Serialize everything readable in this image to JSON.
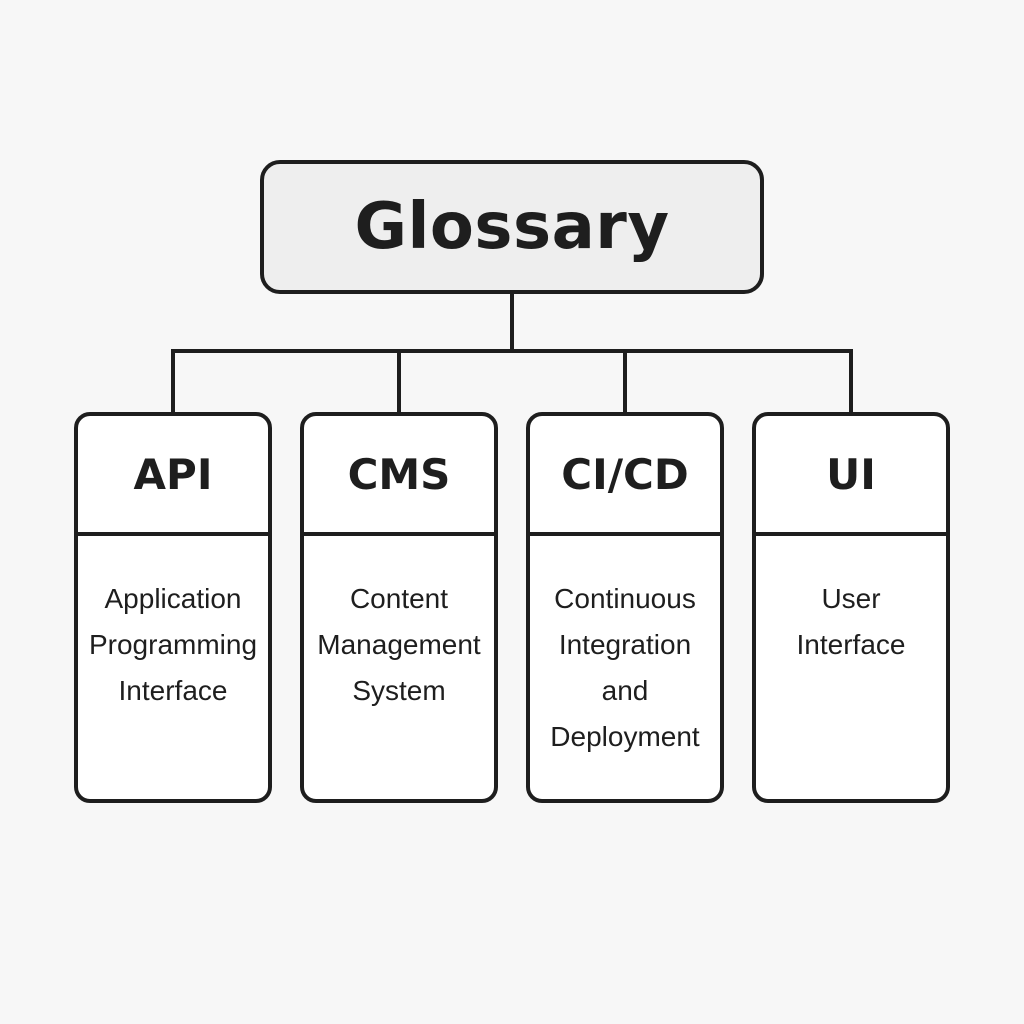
{
  "diagram": {
    "title": "Glossary",
    "terms": [
      {
        "abbreviation": "API",
        "definition_lines": [
          "Application",
          "Programming",
          "Interface"
        ]
      },
      {
        "abbreviation": "CMS",
        "definition_lines": [
          "Content",
          "Management",
          "System"
        ]
      },
      {
        "abbreviation": "CI/CD",
        "definition_lines": [
          "Continuous",
          "Integration",
          "and",
          "Deployment"
        ]
      },
      {
        "abbreviation": "UI",
        "definition_lines": [
          "User",
          "Interface"
        ]
      }
    ]
  },
  "colors": {
    "background": "#f7f7f7",
    "stroke": "#1e1e1e",
    "root_fill": "#eeeeee",
    "card_fill": "#ffffff"
  }
}
